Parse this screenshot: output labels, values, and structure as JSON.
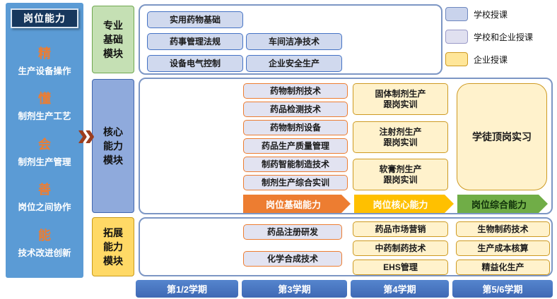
{
  "left_panel": {
    "title": "岗位能力",
    "items": [
      {
        "char": "精",
        "desc": "生产设备操作"
      },
      {
        "char": "懂",
        "desc": "制剂生产工艺"
      },
      {
        "char": "会",
        "desc": "制剂生产管理"
      },
      {
        "char": "善",
        "desc": "岗位之间协作"
      },
      {
        "char": "能",
        "desc": "技术改进创新"
      }
    ]
  },
  "modules": {
    "foundation": "专业基础模块",
    "core": "核心能力模块",
    "expansion": "拓展能力模块"
  },
  "foundation": {
    "courses": [
      "实用药物基础",
      "药事管理法规",
      "车间洁净技术",
      "设备电气控制",
      "企业安全生产"
    ]
  },
  "core": {
    "courses": [
      "药物制剂技术",
      "药品检测技术",
      "药物制剂设备",
      "药品生产质量管理",
      "制药智能制造技术",
      "制剂生产综合实训"
    ],
    "trainings": [
      {
        "line1": "固体制剂生产",
        "line2": "跟岗实训"
      },
      {
        "line1": "注射剂生产",
        "line2": "跟岗实训"
      },
      {
        "line1": "软膏剂生产",
        "line2": "跟岗实训"
      }
    ],
    "apprenticeship": "学徒顶岗实习",
    "arrows": [
      "岗位基础能力",
      "岗位核心能力",
      "岗位综合能力"
    ]
  },
  "expansion": {
    "col1": [
      "药品注册研发",
      "化学合成技术"
    ],
    "col2": [
      "药品市场营销",
      "中药制药技术",
      "EHS管理"
    ],
    "col3": [
      "生物制药技术",
      "生产成本核算",
      "精益化生产"
    ]
  },
  "legend": [
    {
      "label": "学校授课",
      "color": "#C9D3EC"
    },
    {
      "label": "学校和企业授课",
      "color": "#E0E0F0"
    },
    {
      "label": "企业授课",
      "color": "#FFE699"
    }
  ],
  "semesters": [
    "第1/2学期",
    "第3学期",
    "第4学期",
    "第5/6学期"
  ],
  "colors": {
    "panel_blue": "#5B9BD5",
    "title_navy": "#17375D",
    "accent_orange": "#ED7D31",
    "arrow_yellow": "#FFC000",
    "arrow_green": "#70AD47",
    "semester_blue": "#4472C4",
    "module_green": "#C5E0B4",
    "module_blue": "#8FAADC",
    "module_yellow": "#FFD966"
  }
}
